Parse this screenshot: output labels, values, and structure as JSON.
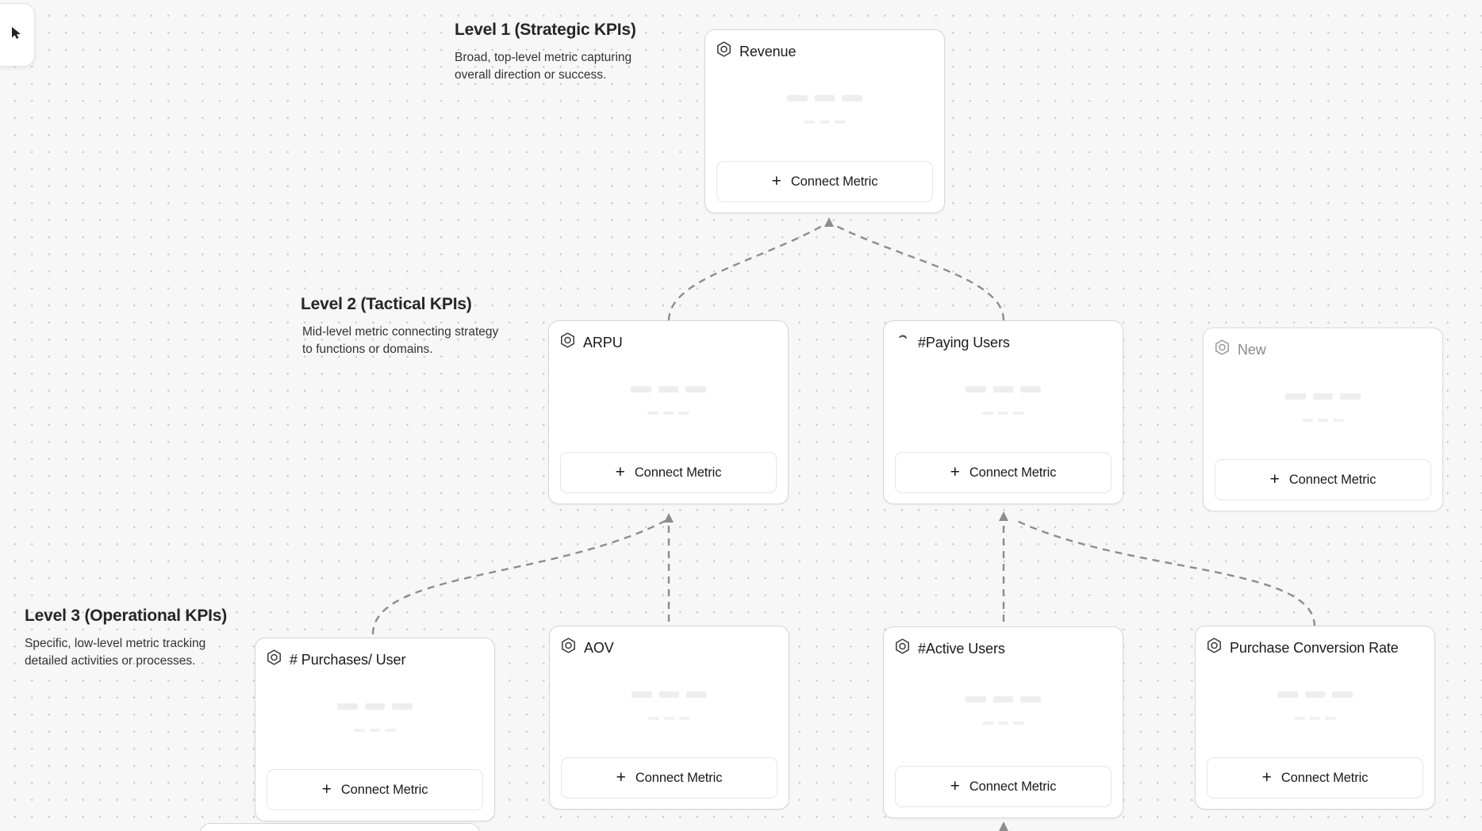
{
  "canvas": {
    "background_color": "#f7f7f7",
    "dot_color": "#c9c9c9",
    "edge_color": "#9a9a9a"
  },
  "toolbar": {
    "icon": "cursor-pointer-icon"
  },
  "levels": [
    {
      "id": "level-1",
      "title": "Level 1 (Strategic KPIs)",
      "description": "Broad, top-level metric capturing overall direction or success."
    },
    {
      "id": "level-2",
      "title": "Level 2 (Tactical KPIs)",
      "description": "Mid-level metric connecting strategy to functions or domains."
    },
    {
      "id": "level-3",
      "title": "Level 3 (Operational KPIs)",
      "description": "Specific, low-level metric tracking detailed activities or processes."
    }
  ],
  "connect_button_label": "Connect Metric",
  "cards": [
    {
      "id": "revenue",
      "title": "Revenue",
      "icon": "hexagon-metric-icon",
      "state": "active",
      "level": 1
    },
    {
      "id": "arpu",
      "title": "ARPU",
      "icon": "hexagon-metric-icon",
      "state": "active",
      "level": 2
    },
    {
      "id": "paying-users",
      "title": "#Paying Users",
      "icon": "loading-spinner-icon",
      "state": "loading",
      "level": 2
    },
    {
      "id": "new",
      "title": "New",
      "icon": "hexagon-metric-icon",
      "state": "placeholder",
      "level": 2
    },
    {
      "id": "purchases-per-user",
      "title": "# Purchases/ User",
      "icon": "hexagon-metric-icon",
      "state": "active",
      "level": 3
    },
    {
      "id": "aov",
      "title": "AOV",
      "icon": "hexagon-metric-icon",
      "state": "active",
      "level": 3
    },
    {
      "id": "active-users",
      "title": "#Active Users",
      "icon": "hexagon-metric-icon",
      "state": "active",
      "level": 3
    },
    {
      "id": "purchase-conversion-rate",
      "title": "Purchase Conversion Rate",
      "icon": "hexagon-metric-icon",
      "state": "active",
      "level": 3
    }
  ]
}
